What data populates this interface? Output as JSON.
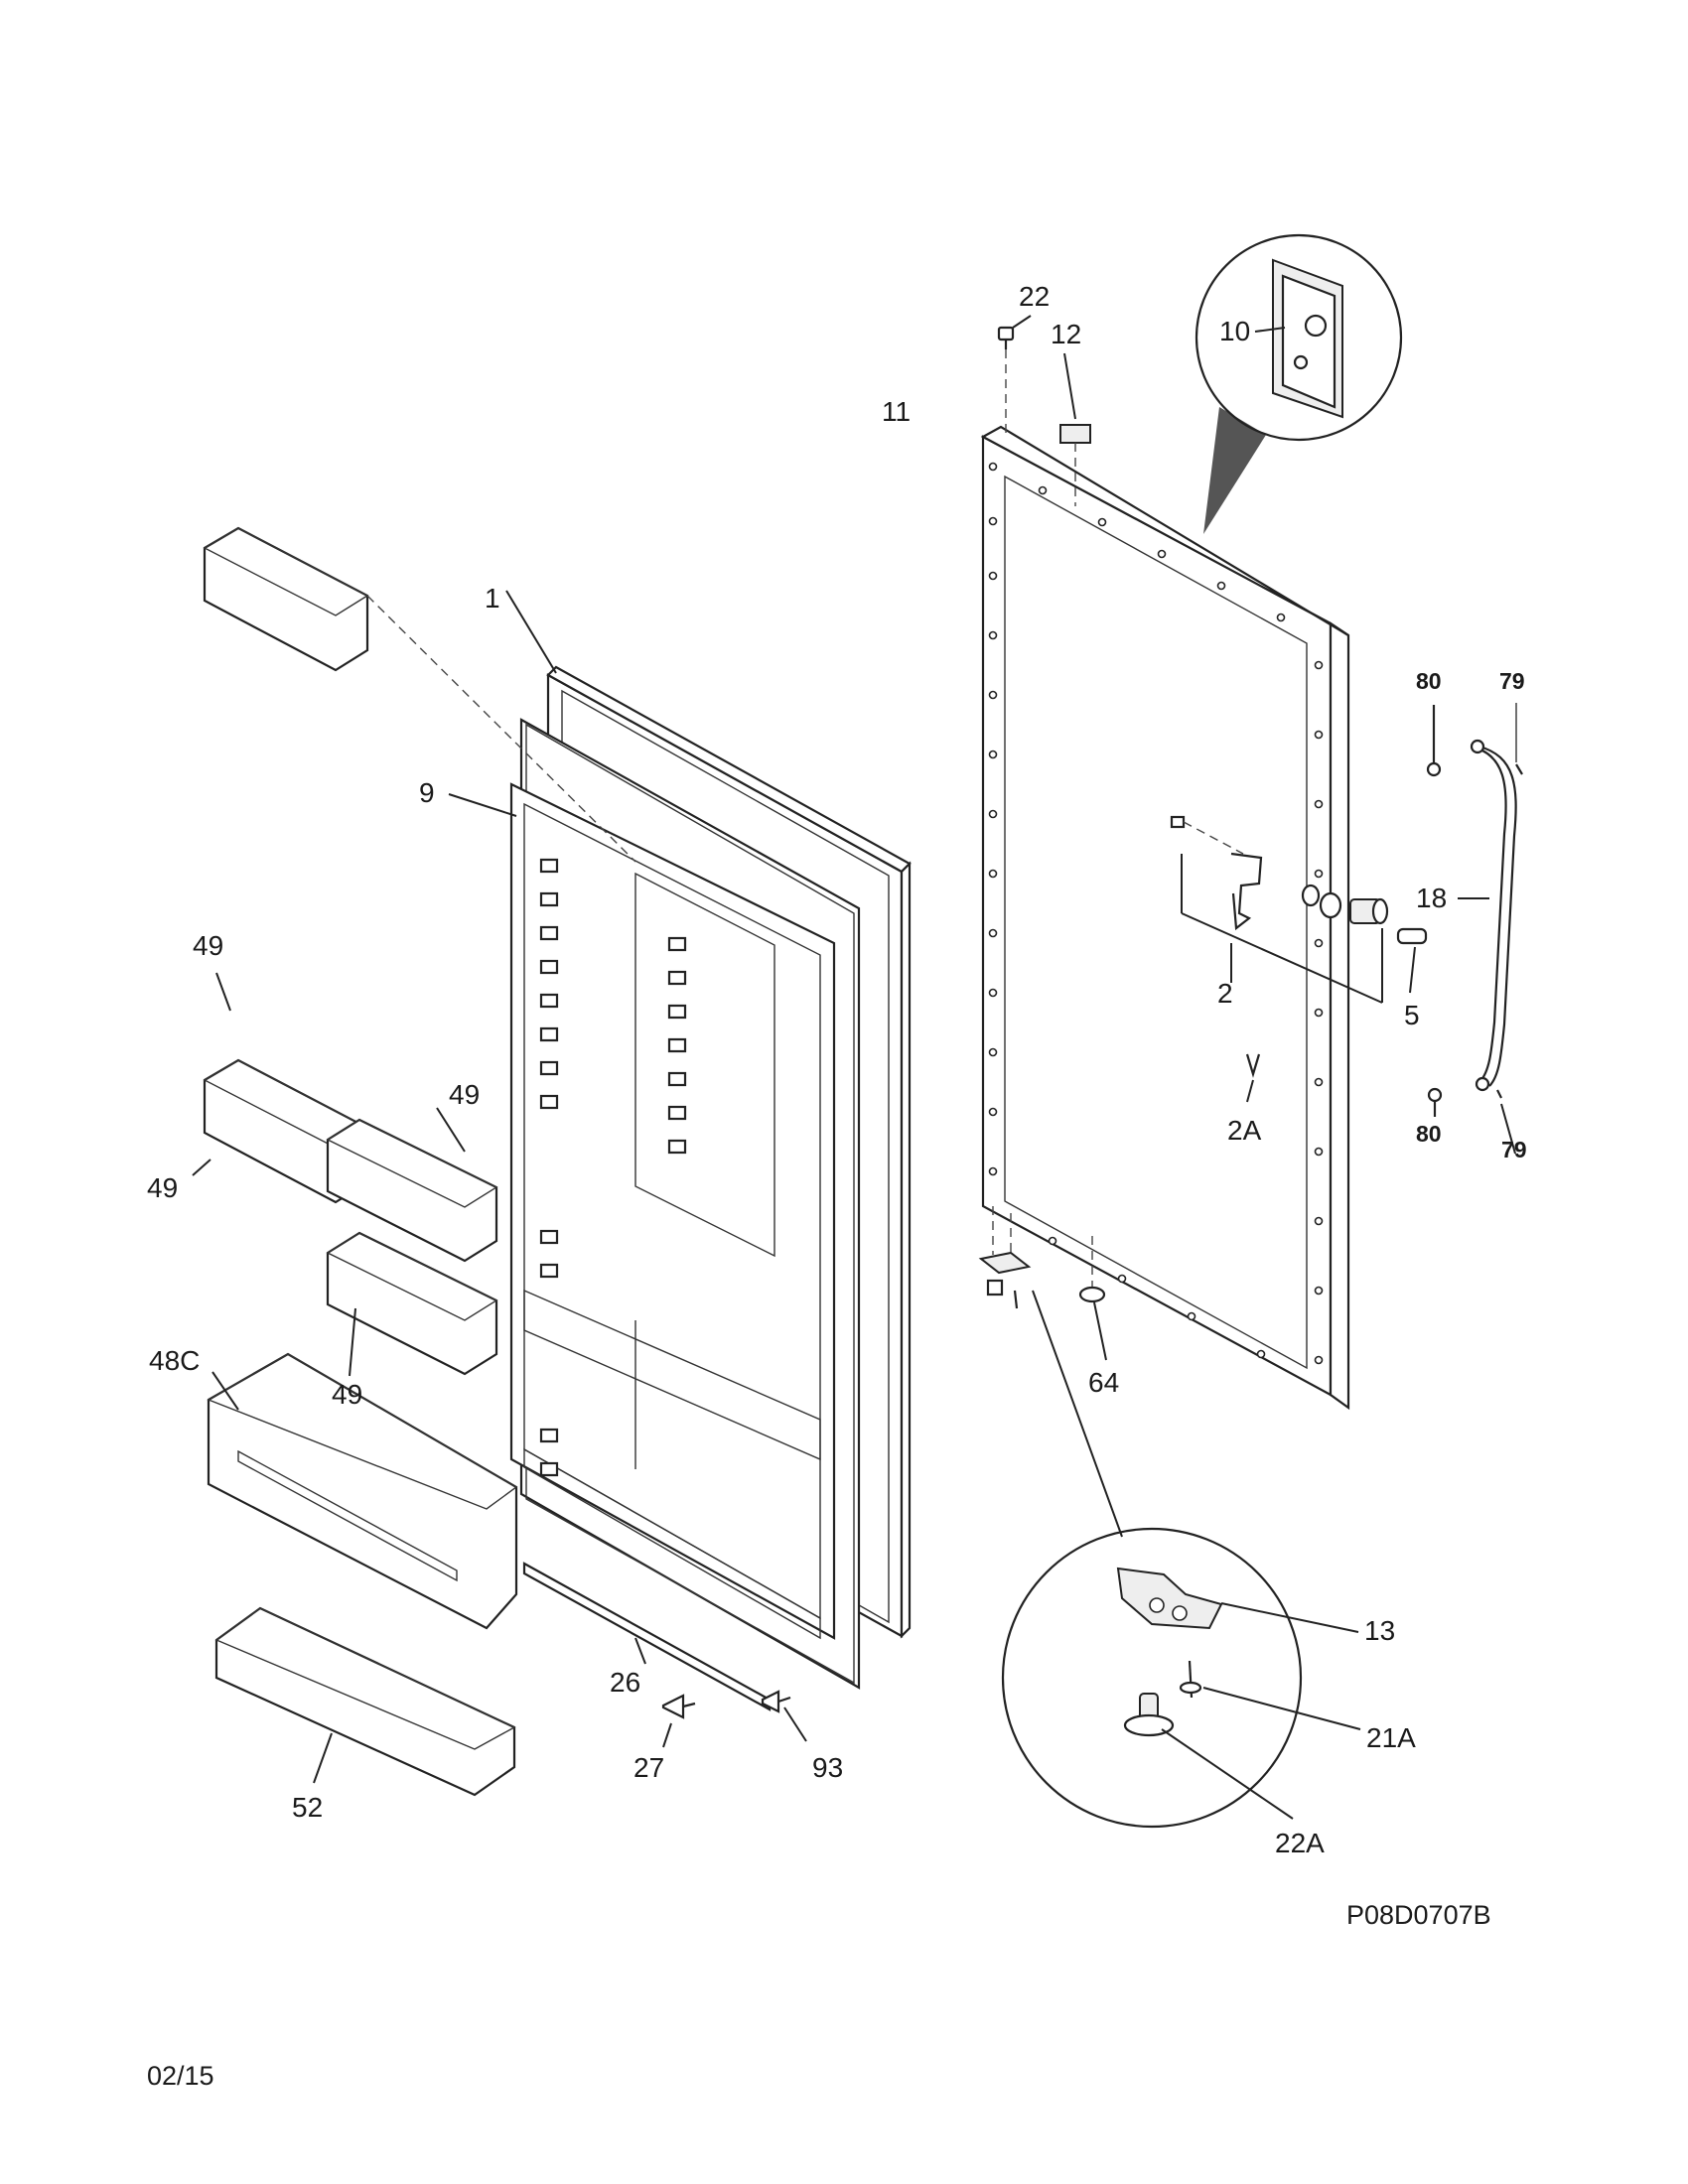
{
  "diagram_code": "P08D0707B",
  "date": "02/15",
  "labels": {
    "p1": "1",
    "p2": "2",
    "p2a": "2A",
    "p5": "5",
    "p9": "9",
    "p10": "10",
    "p11": "11",
    "p12": "12",
    "p13": "13",
    "p18": "18",
    "p21a": "21A",
    "p22": "22",
    "p22a": "22A",
    "p26": "26",
    "p27": "27",
    "p48c": "48C",
    "p49a": "49",
    "p49b": "49",
    "p49c": "49",
    "p49d": "49",
    "p52": "52",
    "p64": "64",
    "p79a": "79",
    "p79b": "79",
    "p80a": "80",
    "p80b": "80",
    "p93": "93"
  }
}
